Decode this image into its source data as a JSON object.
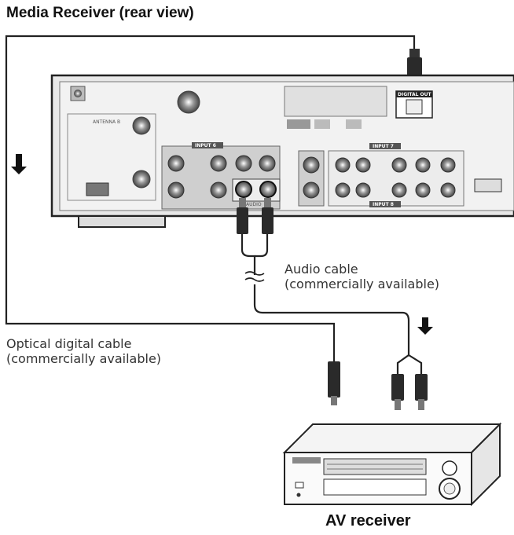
{
  "title": "Media Receiver (rear view)",
  "audio_cable_caption": [
    "Audio cable",
    "(commercially available)"
  ],
  "optical_cable_caption": [
    "Optical digital cable",
    "(commercially available)"
  ],
  "device_label": "AV receiver",
  "panel_labels": {
    "antenna_b": "ANTENNA B",
    "input_6": "INPUT 6",
    "input_7": "INPUT 7",
    "input_8": "INPUT 8",
    "audio_out": "AUDIO",
    "digital_out": "DIGITAL OUT"
  }
}
